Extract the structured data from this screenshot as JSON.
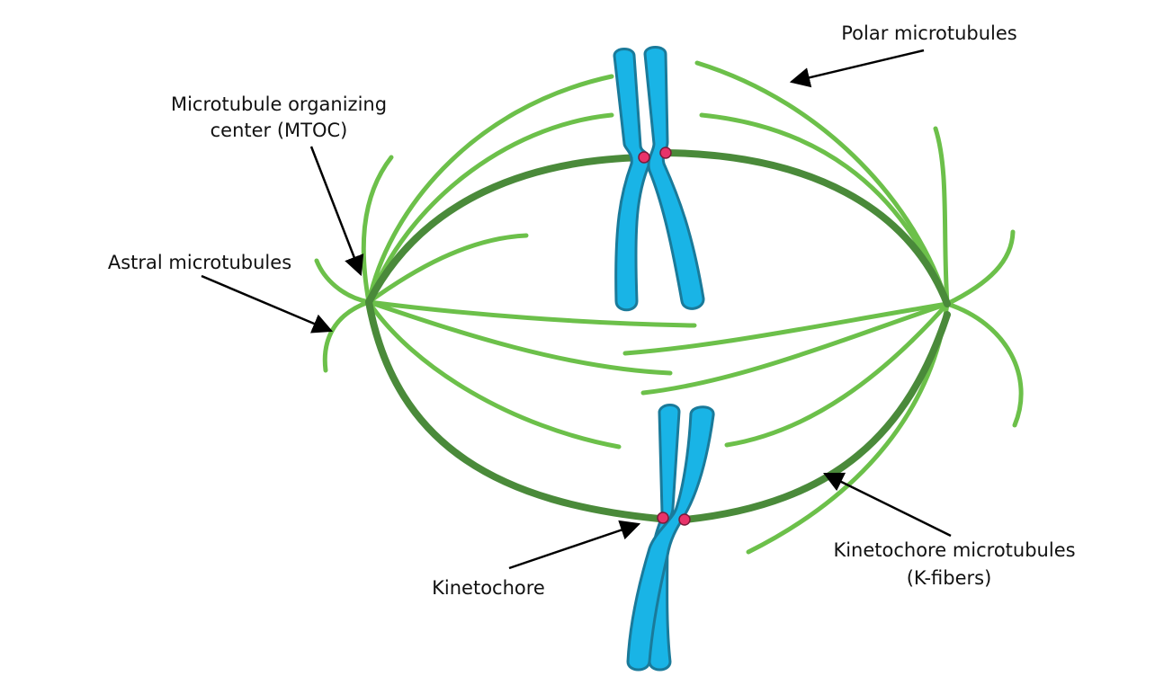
{
  "labels": {
    "polar": "Polar microtubules",
    "mtoc_line1": "Microtubule organizing",
    "mtoc_line2": "center (MTOC)",
    "astral": "Astral microtubules",
    "kinetochore": "Kinetochore",
    "kfibers_line1": "Kinetochore microtubules",
    "kfibers_line2": "(K-fibers)"
  },
  "colors": {
    "light_microtubule": "#6cc04a",
    "kinetochore_microtubule": "#4a8a3a",
    "chromosome_fill": "#19b4e6",
    "chromosome_outline": "#1a7a9a",
    "kinetochore": "#e8336a",
    "arrow": "#000000"
  }
}
